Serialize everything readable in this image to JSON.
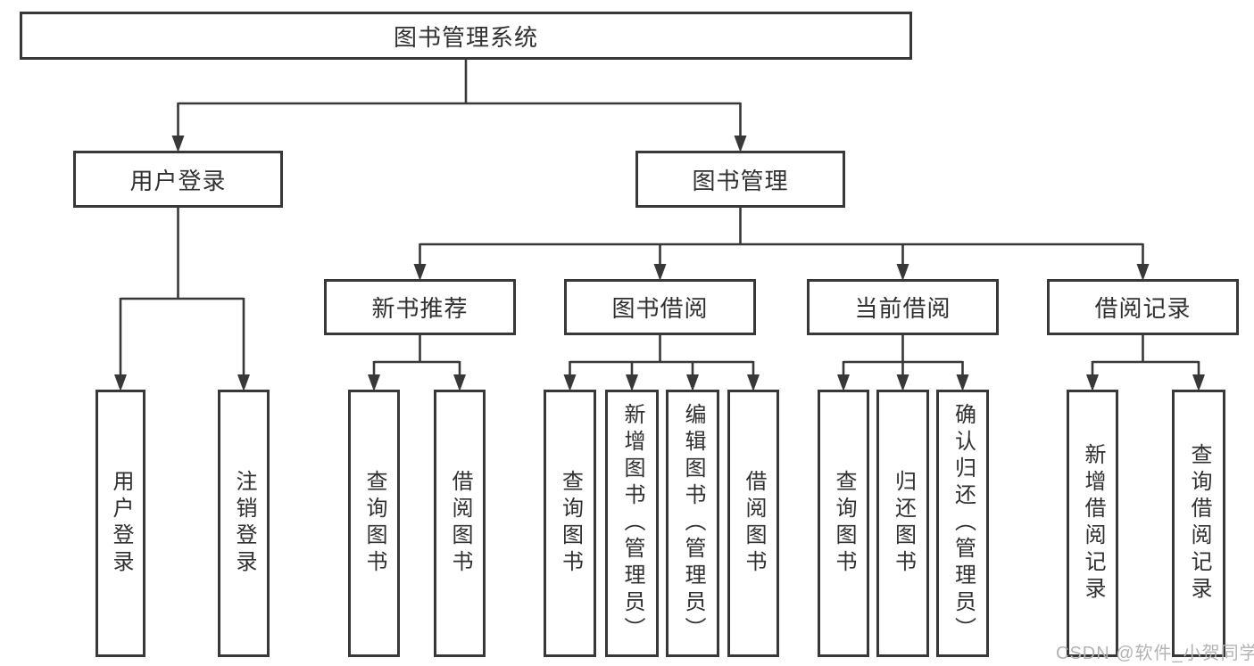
{
  "watermark": "CSDN @软件_小贺同学",
  "colors": {
    "line": "#383838",
    "text": "#303030",
    "background": "#ffffff",
    "watermark": "#b3b3b3"
  },
  "tree": {
    "id": "root",
    "label": "图书管理系统",
    "children": [
      {
        "id": "user-login",
        "label": "用户登录",
        "children": [
          {
            "id": "user-login-action",
            "label": "用户登录"
          },
          {
            "id": "logout-action",
            "label": "注销登录"
          }
        ]
      },
      {
        "id": "book-management",
        "label": "图书管理",
        "children": [
          {
            "id": "new-book-recommend",
            "label": "新书推荐",
            "children": [
              {
                "id": "nbr-query-books",
                "label": "查询图书"
              },
              {
                "id": "nbr-borrow-books",
                "label": "借阅图书"
              }
            ]
          },
          {
            "id": "book-borrowing",
            "label": "图书借阅",
            "children": [
              {
                "id": "bb-query-books",
                "label": "查询图书"
              },
              {
                "id": "bb-add-books",
                "label": "新增图书（管理员）"
              },
              {
                "id": "bb-edit-books",
                "label": "编辑图书（管理员）"
              },
              {
                "id": "bb-borrow-books",
                "label": "借阅图书"
              }
            ]
          },
          {
            "id": "current-borrowing",
            "label": "当前借阅",
            "children": [
              {
                "id": "cb-query-books",
                "label": "查询图书"
              },
              {
                "id": "cb-return-books",
                "label": "归还图书"
              },
              {
                "id": "cb-confirm-return",
                "label": "确认归还（管理员）"
              }
            ]
          },
          {
            "id": "borrow-records",
            "label": "借阅记录",
            "children": [
              {
                "id": "br-add-record",
                "label": "新增借阅记录"
              },
              {
                "id": "br-query-record",
                "label": "查询借阅记录"
              }
            ]
          }
        ]
      }
    ]
  }
}
